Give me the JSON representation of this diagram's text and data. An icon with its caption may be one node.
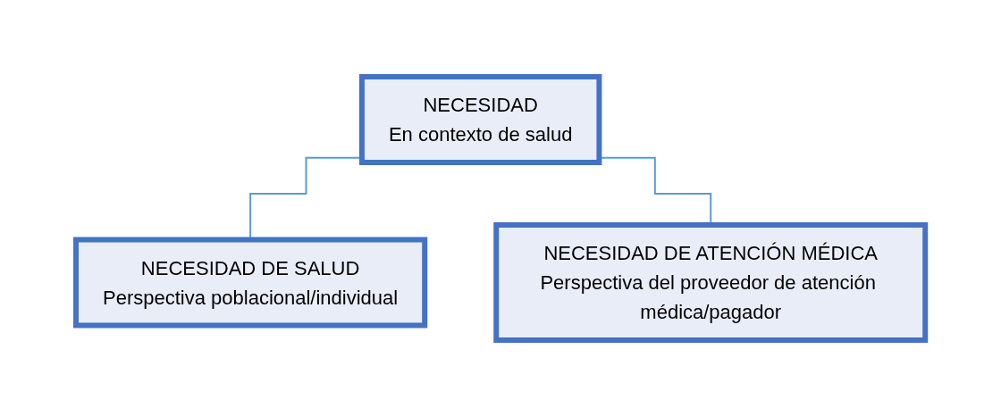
{
  "diagram": {
    "nodes": [
      {
        "text": [
          "NECESIDAD",
          "En contexto de salud"
        ]
      },
      {
        "text": [
          "NECESIDAD DE SALUD",
          "Perspectiva poblacional/individual"
        ]
      },
      {
        "text": [
          "NECESIDAD DE ATENCIÓN MÉDICA",
          "Perspectiva del proveedor de atención médica/pagador"
        ]
      }
    ],
    "edges": [
      {
        "from": 0,
        "to": 1,
        "arrow": "none",
        "color": "#5b9bd5"
      },
      {
        "from": 0,
        "to": 2,
        "arrow": "none",
        "color": "#5b9bd5"
      }
    ]
  }
}
